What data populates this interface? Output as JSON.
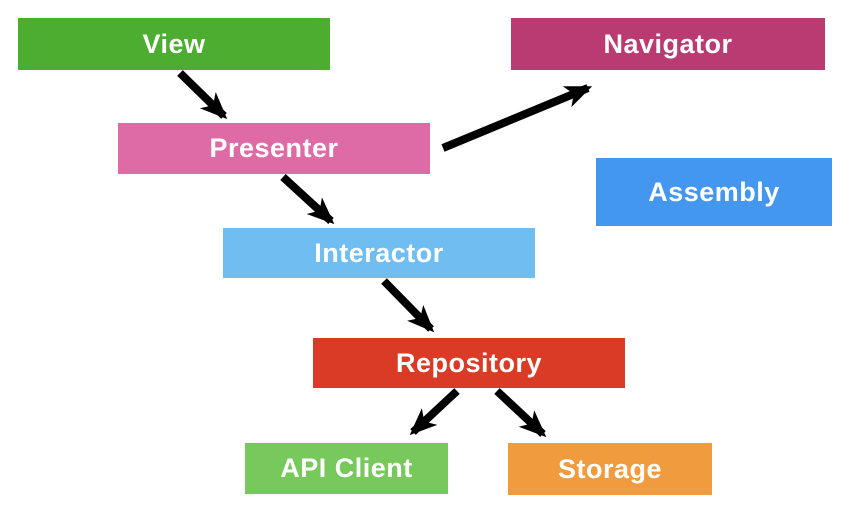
{
  "diagram": {
    "background_color": "#FFFFFF",
    "text_color": "#FFFFFF",
    "arrow_color": "#000000",
    "nodes": {
      "view": {
        "label": "View",
        "color": "#4CAD30"
      },
      "navigator": {
        "label": "Navigator",
        "color": "#B93B72"
      },
      "presenter": {
        "label": "Presenter",
        "color": "#DE6BA6"
      },
      "assembly": {
        "label": "Assembly",
        "color": "#4397EE"
      },
      "interactor": {
        "label": "Interactor",
        "color": "#70BDF2"
      },
      "repository": {
        "label": "Repository",
        "color": "#DA3B26"
      },
      "api_client": {
        "label": "API Client",
        "color": "#77C95B"
      },
      "storage": {
        "label": "Storage",
        "color": "#F09B3D"
      }
    },
    "edges": [
      {
        "from": "view",
        "to": "presenter"
      },
      {
        "from": "presenter",
        "to": "navigator"
      },
      {
        "from": "presenter",
        "to": "interactor"
      },
      {
        "from": "interactor",
        "to": "repository"
      },
      {
        "from": "repository",
        "to": "api_client"
      },
      {
        "from": "repository",
        "to": "storage"
      }
    ]
  }
}
